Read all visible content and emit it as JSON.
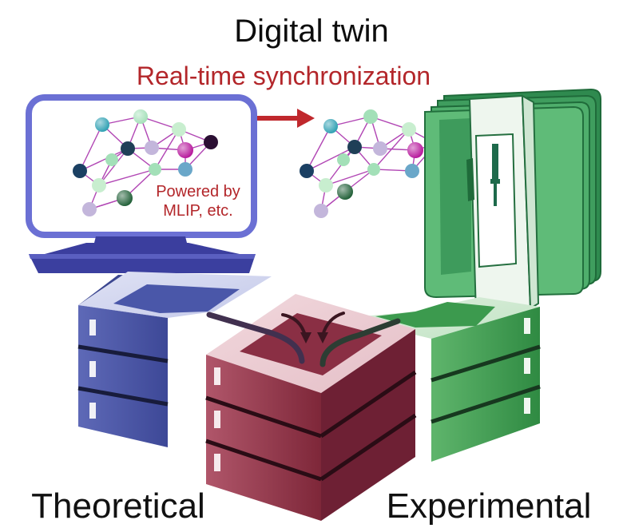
{
  "title": "Digital twin",
  "sync_label": "Real-time synchronization",
  "powered_line1": "Powered by",
  "powered_line2": "MLIP, etc.",
  "label_left": "Theoretical",
  "label_right": "Experimental",
  "colors": {
    "theory_blue": "#4a56a6",
    "monitor_frame": "#6f73d6",
    "shared_red": "#9c3b4d",
    "experiment_green": "#3c9a4e",
    "accent_red": "#c0282d"
  },
  "icons": [
    "molecule-graph",
    "computer-monitor",
    "microscope-cabinet",
    "server-stack",
    "sync-arrow"
  ]
}
